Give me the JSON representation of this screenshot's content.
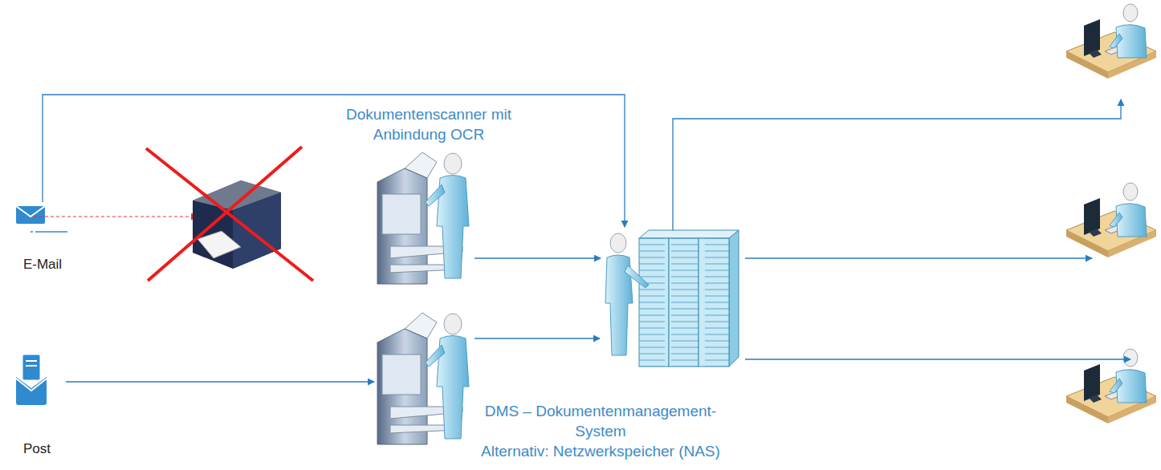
{
  "diagram": {
    "nodes": [
      {
        "text": [
          "E-Mail"
        ]
      },
      {
        "text": [
          "Post"
        ]
      },
      {
        "text": [
          "Dokumentenscanner mit Anbindung OCR"
        ]
      },
      {
        "text": [
          "DMS – Dokumentenmanagement-System",
          "Alternativ: Netzwerkspeicher (NAS)"
        ]
      }
    ],
    "edges": [
      {
        "from": 0,
        "to": 3,
        "arrow": "to"
      },
      {
        "from": 2,
        "to": 3,
        "arrow": "to"
      }
    ]
  }
}
